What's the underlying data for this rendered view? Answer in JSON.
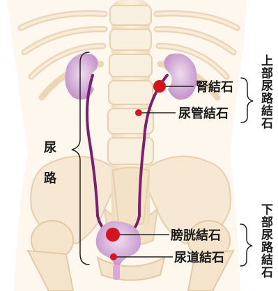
{
  "labels": {
    "kidney": "腎結石",
    "ureter": "尿管結石",
    "bladder": "膀胱結石",
    "urethra": "尿道結石"
  },
  "groups": {
    "upper": "上部尿路結石",
    "lower": "下部尿路結石",
    "tract_top": "尿",
    "tract_bottom": "路"
  },
  "colors": {
    "bone": "#f6e8d2",
    "bone_shadow": "#e7cfae",
    "skin": "#fdf6ec",
    "organ": "#c692c9",
    "organ_light": "#e3c3e4",
    "tube": "#7e1f6e",
    "stone": "#d4141e",
    "line": "#222222"
  }
}
